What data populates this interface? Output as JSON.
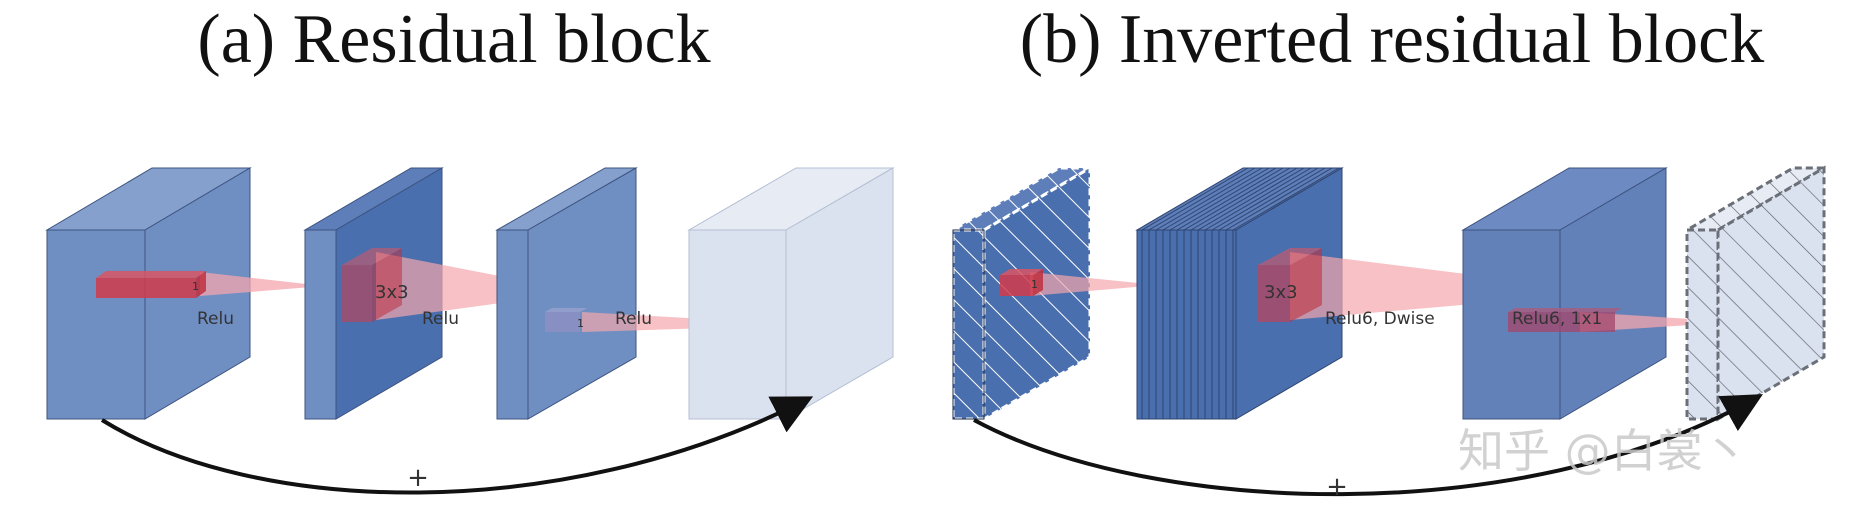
{
  "panel_a": {
    "title": "(a) Residual block",
    "labels": {
      "relu_1": "Relu",
      "relu_2": "Relu",
      "relu_3": "Relu",
      "kernel_1": "1",
      "kernel_3x3": "3x3",
      "kernel_1b": "1"
    },
    "plus": "+"
  },
  "panel_b": {
    "title": "(b) Inverted residual block",
    "labels": {
      "kernel_1": "1",
      "kernel_3x3": "3x3",
      "relu6_dwise": "Relu6, Dwise",
      "relu6_1x1": "Relu6, 1x1"
    },
    "plus": "+"
  },
  "watermark": "知乎 @白裳丶",
  "colors": {
    "block_blue": "#6f8fc3",
    "block_blue_dark": "#4a6fae",
    "block_light": "#dbe2ef",
    "kernel_red": "#d23b4a",
    "cone_pink": "#f4a6ad"
  }
}
